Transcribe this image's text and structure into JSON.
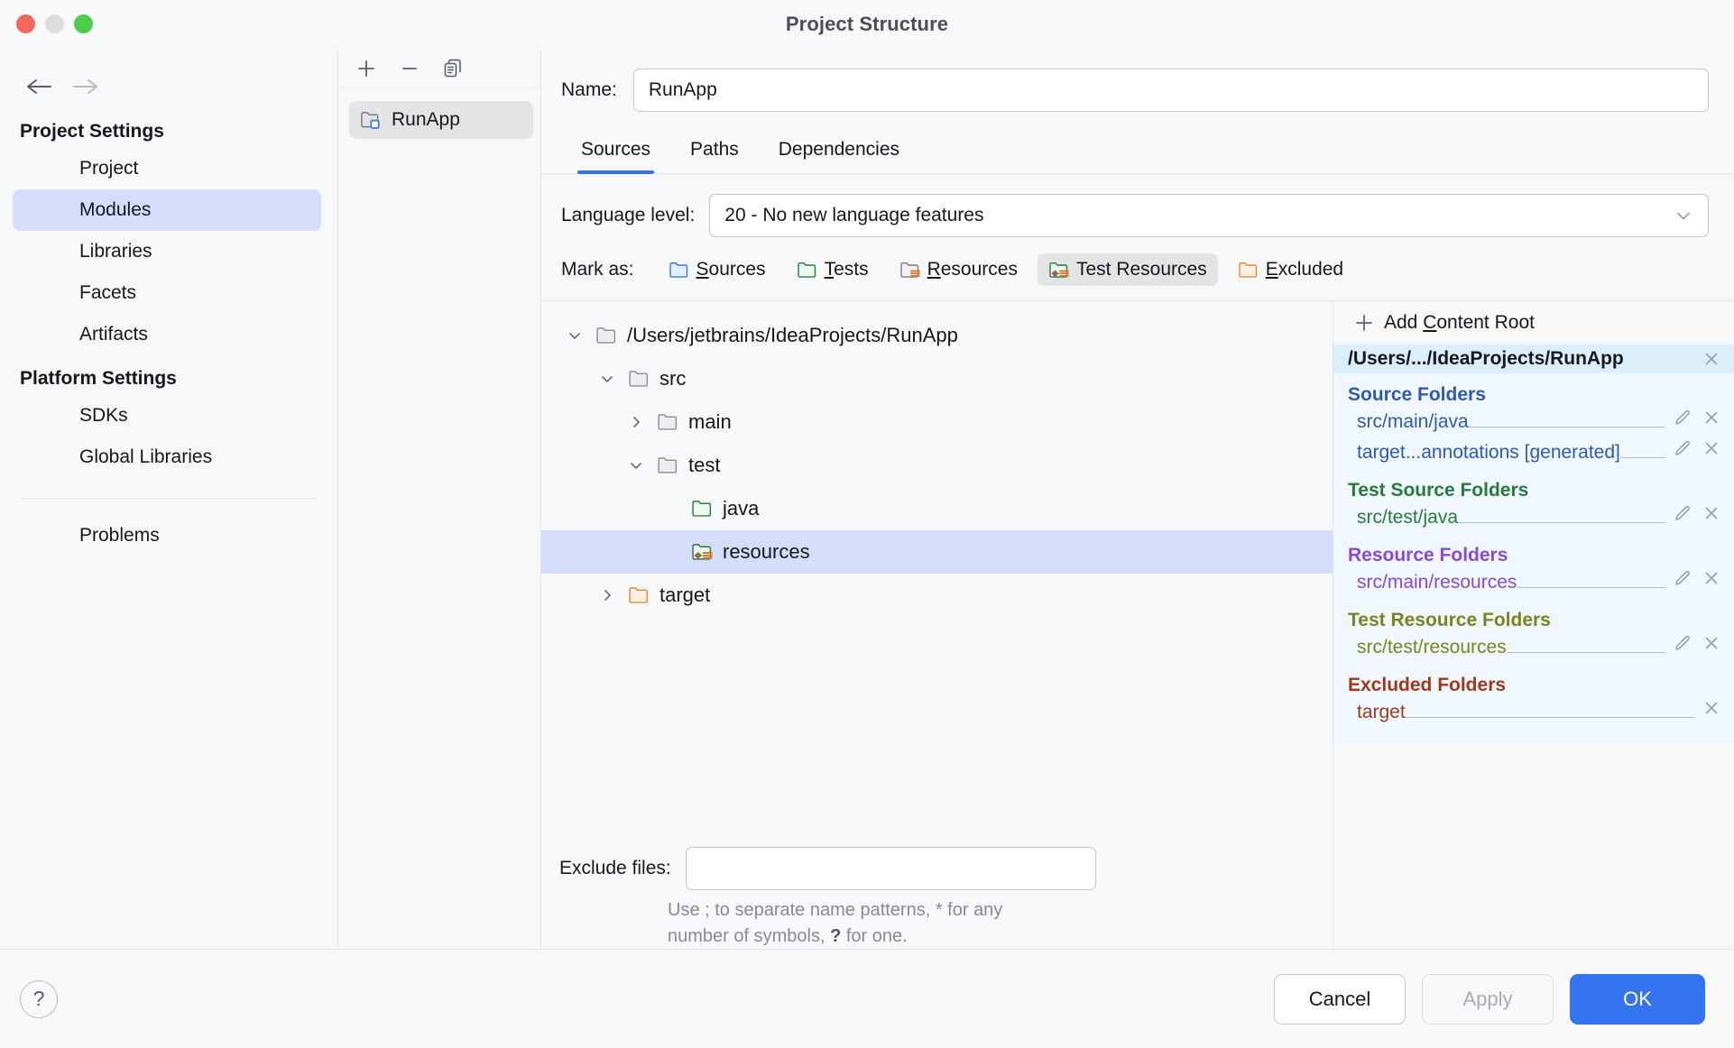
{
  "window": {
    "title": "Project Structure",
    "traffic_lights": [
      "close",
      "minimize",
      "maximize"
    ],
    "colors": {
      "accent": "#3574f0",
      "selection": "#d6ddfa",
      "root_panel_bg": "#f0f7fe",
      "root_header_bg": "#ddeefb",
      "source": "#2e5bb0",
      "test_source": "#2b7a3d",
      "resource": "#8b49d6",
      "test_resource": "#7a8520",
      "excluded": "#9e3a1c"
    }
  },
  "sidebar": {
    "nav": {
      "back": "back-arrow",
      "forward": "forward-arrow"
    },
    "groups": [
      {
        "label": "Project Settings",
        "items": [
          {
            "label": "Project",
            "selected": false
          },
          {
            "label": "Modules",
            "selected": true
          },
          {
            "label": "Libraries",
            "selected": false
          },
          {
            "label": "Facets",
            "selected": false
          },
          {
            "label": "Artifacts",
            "selected": false
          }
        ]
      },
      {
        "label": "Platform Settings",
        "items": [
          {
            "label": "SDKs",
            "selected": false
          },
          {
            "label": "Global Libraries",
            "selected": false
          }
        ]
      }
    ],
    "extra_items": [
      {
        "label": "Problems",
        "selected": false
      }
    ]
  },
  "module_list": {
    "toolbar": [
      {
        "icon": "plus-icon",
        "tooltip": "Add"
      },
      {
        "icon": "minus-icon",
        "tooltip": "Remove"
      },
      {
        "icon": "copy-icon",
        "tooltip": "Copy"
      }
    ],
    "items": [
      {
        "label": "RunApp",
        "icon": "module-folder-icon",
        "selected": true
      }
    ]
  },
  "main": {
    "name_label": "Name:",
    "name_value": "RunApp",
    "tabs": [
      {
        "label": "Sources",
        "active": true
      },
      {
        "label": "Paths",
        "active": false
      },
      {
        "label": "Dependencies",
        "active": false
      }
    ],
    "language_level_label": "Language level:",
    "language_level_value": "20 - No new language features",
    "mark_as_label": "Mark as:",
    "mark_as_buttons": [
      {
        "label": "Sources",
        "mnemonic": "S",
        "rest": "ources",
        "icon": "folder-sources-icon",
        "active": false
      },
      {
        "label": "Tests",
        "mnemonic": "T",
        "rest": "ests",
        "icon": "folder-tests-icon",
        "active": false
      },
      {
        "label": "Resources",
        "mnemonic": "R",
        "rest": "esources",
        "icon": "folder-resources-icon",
        "active": false
      },
      {
        "label": "Test Resources",
        "mnemonic": "",
        "rest": "Test Resources",
        "icon": "folder-test-resources-icon",
        "active": true
      },
      {
        "label": "Excluded",
        "mnemonic": "E",
        "rest": "xcluded",
        "icon": "folder-excluded-icon",
        "active": false
      }
    ],
    "tree": [
      {
        "label": "/Users/jetbrains/IdeaProjects/RunApp",
        "depth": 0,
        "twisty": "expanded",
        "icon": "folder-plain-icon",
        "selected": false
      },
      {
        "label": "src",
        "depth": 1,
        "twisty": "expanded",
        "icon": "folder-plain-icon",
        "selected": false
      },
      {
        "label": "main",
        "depth": 2,
        "twisty": "collapsed",
        "icon": "folder-plain-icon",
        "selected": false
      },
      {
        "label": "test",
        "depth": 2,
        "twisty": "expanded",
        "icon": "folder-plain-icon",
        "selected": false
      },
      {
        "label": "java",
        "depth": 3,
        "twisty": "none",
        "icon": "folder-tests-icon",
        "selected": false
      },
      {
        "label": "resources",
        "depth": 3,
        "twisty": "none",
        "icon": "folder-test-resources-icon",
        "selected": true
      },
      {
        "label": "target",
        "depth": 1,
        "twisty": "collapsed",
        "icon": "folder-excluded-icon",
        "selected": false
      }
    ],
    "exclude_files_label": "Exclude files:",
    "exclude_files_value": "",
    "exclude_hint_part1": "Use ; to separate name patterns, * for any",
    "exclude_hint_part2_pre": "number of symbols, ",
    "exclude_hint_part2_q": "?",
    "exclude_hint_part2_post": " for one."
  },
  "content_roots": {
    "add_label_pre": "Add ",
    "add_label_mnemonic": "C",
    "add_label_post": "ontent Root",
    "add_icon": "plus-icon",
    "root_path": "/Users/.../IdeaProjects/RunApp",
    "root_close_icon": "close-icon",
    "sections": [
      {
        "title": "Source Folders",
        "color_class": "c-src",
        "entries": [
          {
            "path": "src/main/java",
            "has_edit": true,
            "has_remove": true
          },
          {
            "path": "target...annotations [generated]",
            "has_edit": true,
            "has_remove": true
          }
        ]
      },
      {
        "title": "Test Source Folders",
        "color_class": "c-test",
        "entries": [
          {
            "path": "src/test/java",
            "has_edit": true,
            "has_remove": true
          }
        ]
      },
      {
        "title": "Resource Folders",
        "color_class": "c-res",
        "entries": [
          {
            "path": "src/main/resources",
            "has_edit": true,
            "has_remove": true
          }
        ]
      },
      {
        "title": "Test Resource Folders",
        "color_class": "c-tres",
        "entries": [
          {
            "path": "src/test/resources",
            "has_edit": true,
            "has_remove": true
          }
        ]
      },
      {
        "title": "Excluded Folders",
        "color_class": "c-exc",
        "entries": [
          {
            "path": "target",
            "has_edit": false,
            "has_remove": true
          }
        ]
      }
    ]
  },
  "footer": {
    "help_icon": "question-mark-icon",
    "buttons": [
      {
        "label": "Cancel",
        "style": "cancel",
        "enabled": true
      },
      {
        "label": "Apply",
        "style": "apply",
        "enabled": false
      },
      {
        "label": "OK",
        "style": "ok",
        "enabled": true
      }
    ]
  }
}
